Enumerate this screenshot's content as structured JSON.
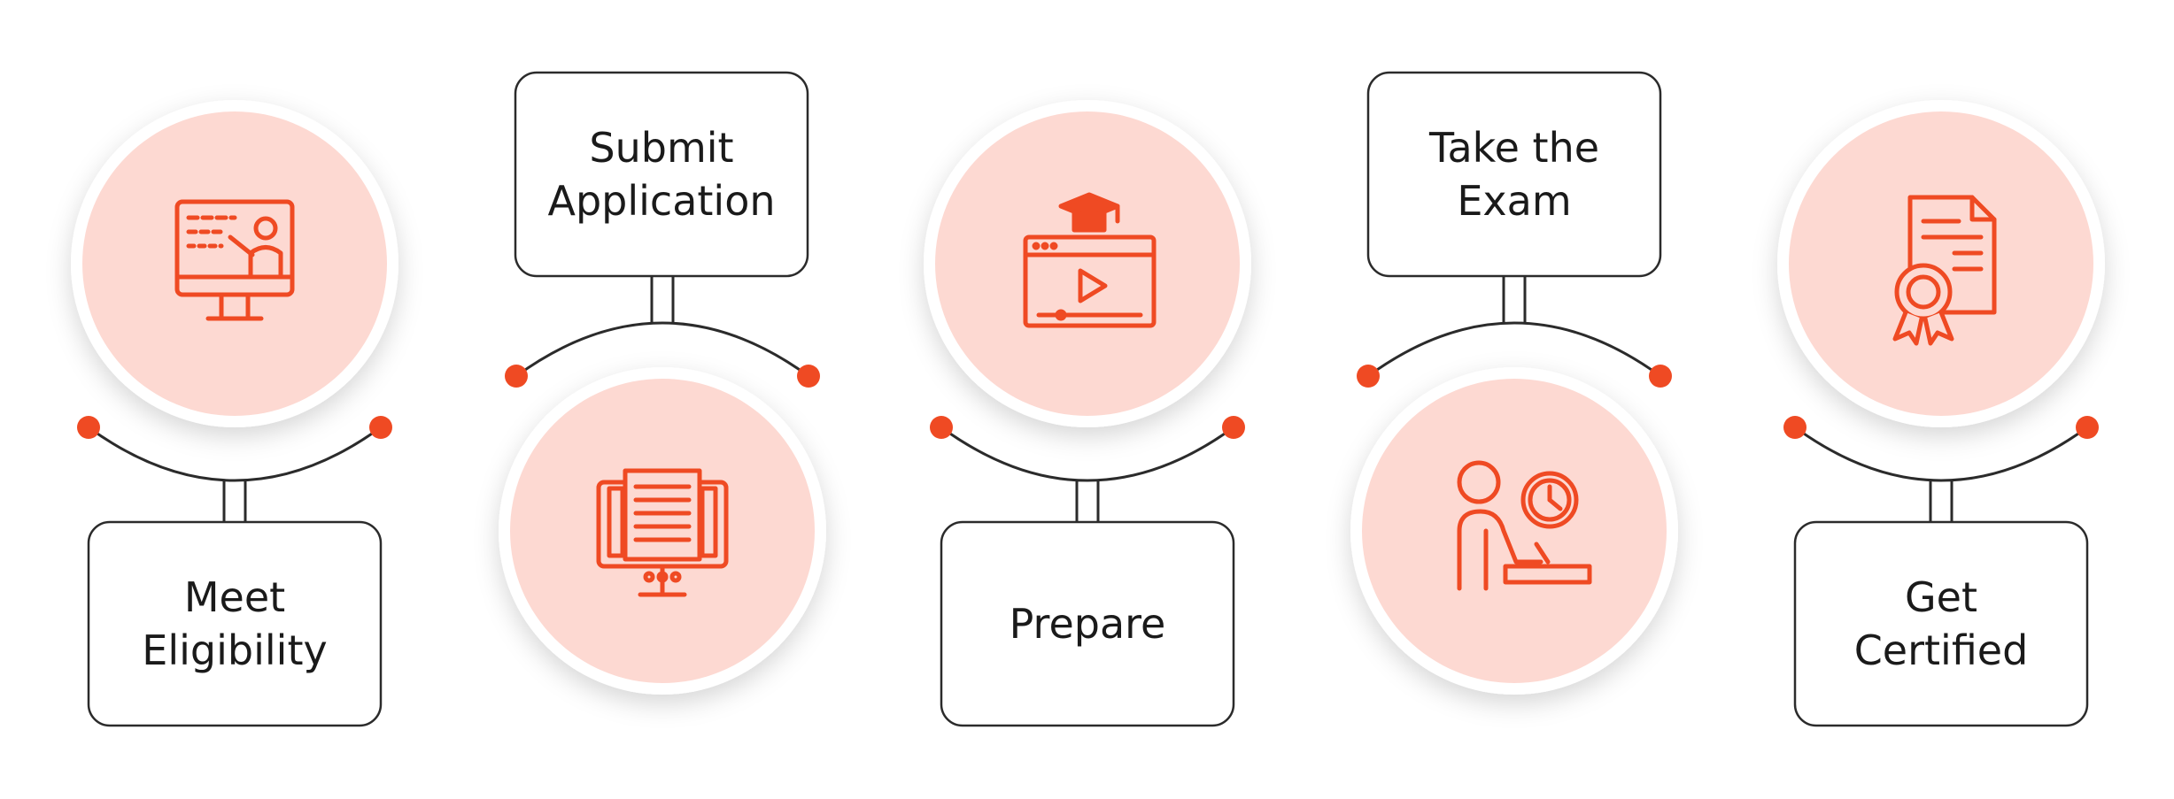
{
  "colors": {
    "accent": "#ef4a23",
    "circle_fill": "#fdd9d2",
    "circle_ring": "#ffffff",
    "box_border": "#2b2b2b",
    "text": "#1a1a1a"
  },
  "steps": [
    {
      "label": "Meet\nEligibility",
      "icon": "monitor-teacher-icon"
    },
    {
      "label": "Submit\nApplication",
      "icon": "monitor-document-icon"
    },
    {
      "label": "Prepare",
      "icon": "video-course-graduation-icon"
    },
    {
      "label": "Take the\nExam",
      "icon": "person-writing-clock-icon"
    },
    {
      "label": "Get\nCertified",
      "icon": "certificate-ribbon-icon"
    }
  ]
}
